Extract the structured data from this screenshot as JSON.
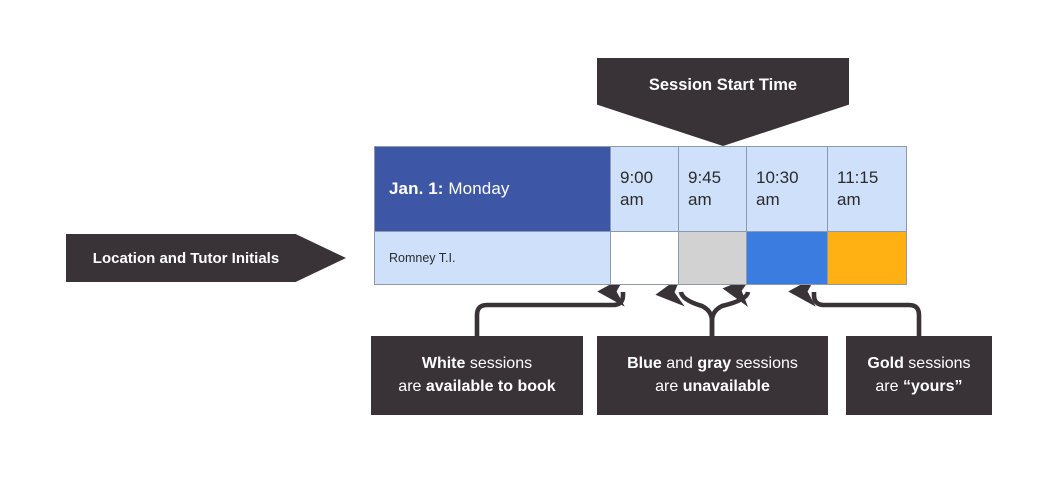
{
  "schedule": {
    "day": {
      "date_label": "Jan. 1:",
      "day_name": "Monday",
      "background": "#3d57a6"
    },
    "time_headers": [
      {
        "time": "9:00",
        "meridiem": "am"
      },
      {
        "time": "9:45",
        "meridiem": "am"
      },
      {
        "time": "10:30",
        "meridiem": "am"
      },
      {
        "time": "11:15",
        "meridiem": "am"
      }
    ],
    "rows": [
      {
        "tutor": "Romney T.I.",
        "slots": [
          {
            "state": "white",
            "color": "#ffffff"
          },
          {
            "state": "gray",
            "color": "#d2d2d2"
          },
          {
            "state": "blue",
            "color": "#3a7ce0"
          },
          {
            "state": "gold",
            "color": "#ffb013"
          }
        ]
      }
    ],
    "header_cell_color": "#cfe0fb"
  },
  "callouts": {
    "top": {
      "text": "Session Start Time"
    },
    "left": {
      "text": "Location and Tutor Initials"
    },
    "white": {
      "line1_bold": "White",
      "line1_rest": " sessions",
      "line2_rest": "are ",
      "line2_bold": "available to book"
    },
    "blue": {
      "line1_bold_a": "Blue",
      "line1_mid": " and ",
      "line1_bold_b": "gray",
      "line1_rest": " sessions",
      "line2_rest": "are ",
      "line2_bold": "unavailable"
    },
    "gold": {
      "line1_bold": "Gold",
      "line1_rest": " sessions",
      "line2_rest": "are ",
      "line2_bold": "“yours”"
    },
    "background": "#393338"
  }
}
